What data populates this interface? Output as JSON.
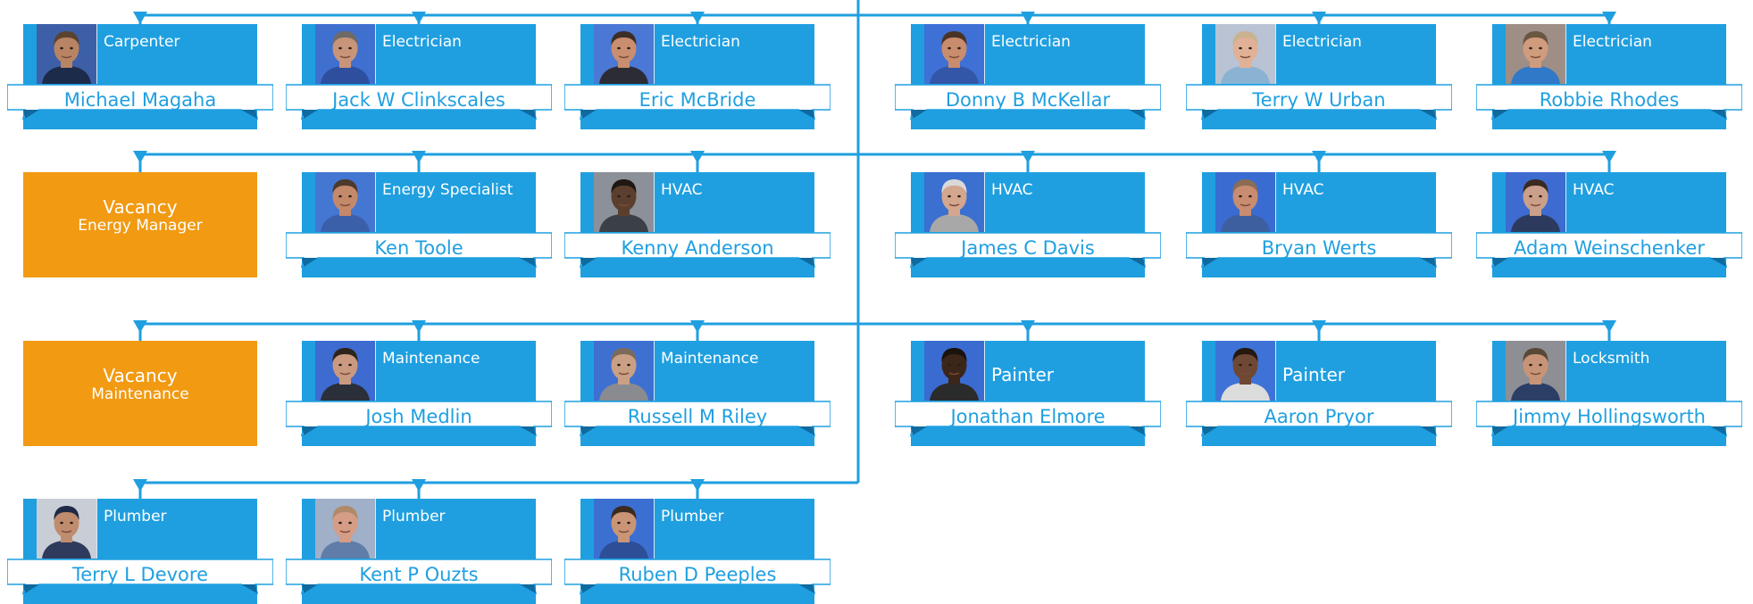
{
  "colors": {
    "card_blue": "#1f9fe0",
    "vacancy_orange": "#f19a12",
    "name_text": "#1f9fe0",
    "connector": "#1f9fe0"
  },
  "rows": [
    {
      "cards": [
        {
          "kind": "person",
          "role": "Carpenter",
          "name": "Michael Magaha",
          "photo": "photo-michael-magaha"
        },
        {
          "kind": "person",
          "role": "Electrician",
          "name": "Jack W Clinkscales",
          "photo": "photo-jack-w-clinkscales"
        },
        {
          "kind": "person",
          "role": "Electrician",
          "name": "Eric McBride",
          "photo": "photo-eric-mcbride"
        },
        {
          "kind": "person",
          "role": "Electrician",
          "name": "Donny B McKellar",
          "photo": "photo-donny-b-mckellar"
        },
        {
          "kind": "person",
          "role": "Electrician",
          "name": "Terry W Urban",
          "photo": "photo-terry-w-urban"
        },
        {
          "kind": "person",
          "role": "Electrician",
          "name": "Robbie Rhodes",
          "photo": "photo-robbie-rhodes"
        }
      ]
    },
    {
      "cards": [
        {
          "kind": "vacancy",
          "title": "Vacancy",
          "subtitle": "Energy Manager"
        },
        {
          "kind": "person",
          "role": "Energy Specialist",
          "name": "Ken Toole",
          "photo": "photo-ken-toole"
        },
        {
          "kind": "person",
          "role": "HVAC",
          "name": "Kenny Anderson",
          "photo": "photo-kenny-anderson"
        },
        {
          "kind": "person",
          "role": "HVAC",
          "name": "James C Davis",
          "photo": "photo-james-c-davis"
        },
        {
          "kind": "person",
          "role": "HVAC",
          "name": "Bryan Werts",
          "photo": "photo-bryan-werts"
        },
        {
          "kind": "person",
          "role": "HVAC",
          "name": "Adam Weinschenker",
          "photo": "photo-adam-weinschenker"
        }
      ]
    },
    {
      "cards": [
        {
          "kind": "vacancy",
          "title": "Vacancy",
          "subtitle": "Maintenance"
        },
        {
          "kind": "person",
          "role": "Maintenance",
          "name": "Josh Medlin",
          "photo": "photo-josh-medlin"
        },
        {
          "kind": "person",
          "role": "Maintenance",
          "name": "Russell M Riley",
          "photo": "photo-russell-m-riley"
        },
        {
          "kind": "person",
          "role": "Painter",
          "name": "Jonathan Elmore",
          "photo": "photo-jonathan-elmore"
        },
        {
          "kind": "person",
          "role": "Painter",
          "name": "Aaron Pryor",
          "photo": "photo-aaron-pryor"
        },
        {
          "kind": "person",
          "role": "Locksmith",
          "name": "Jimmy Hollingsworth",
          "photo": "photo-jimmy-hollingsworth"
        }
      ]
    },
    {
      "cards": [
        {
          "kind": "person",
          "role": "Plumber",
          "name": "Terry L Devore",
          "photo": "photo-terry-l-devore"
        },
        {
          "kind": "person",
          "role": "Plumber",
          "name": "Kent P Ouzts",
          "photo": "photo-kent-p-ouzts"
        },
        {
          "kind": "person",
          "role": "Plumber",
          "name": "Ruben D Peeples",
          "photo": "photo-ruben-d-peeples"
        }
      ]
    }
  ]
}
